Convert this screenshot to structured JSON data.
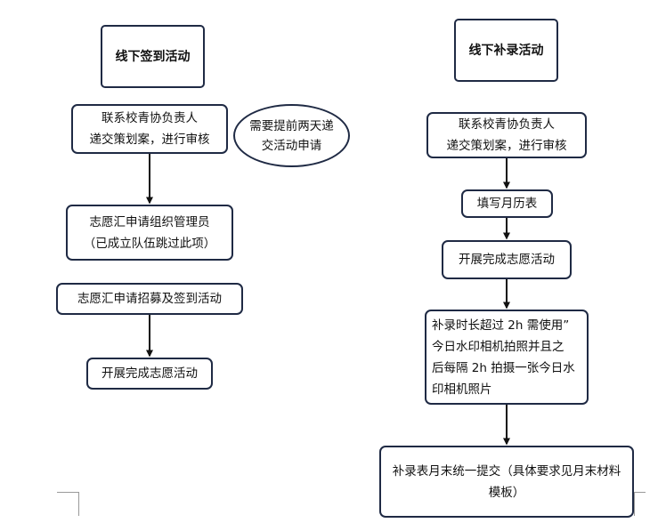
{
  "left_flow": {
    "title": "线下签到活动",
    "step1": "联系校青协负责人\n递交策划案，进行审核",
    "note": "需要提前两天递\n交活动申请",
    "step2": "志愿汇申请组织管理员\n（已成立队伍跳过此项）",
    "step3": "志愿汇申请招募及签到活动",
    "step4": "开展完成志愿活动"
  },
  "right_flow": {
    "title": "线下补录活动",
    "step1": "联系校青协负责人\n递交策划案，进行审核",
    "step2": "填写月历表",
    "step3": "开展完成志愿活动",
    "step4": "补录时长超过 2h 需使用”\n 今日水印相机拍照并且之\n后每隔 2h 拍摄一张今日水\n印相机照片",
    "step5": "补录表月末统一提交（具体要求见月末材料\n模板）"
  },
  "colors": {
    "border": "#1f2a44",
    "arrow": "#111111"
  }
}
